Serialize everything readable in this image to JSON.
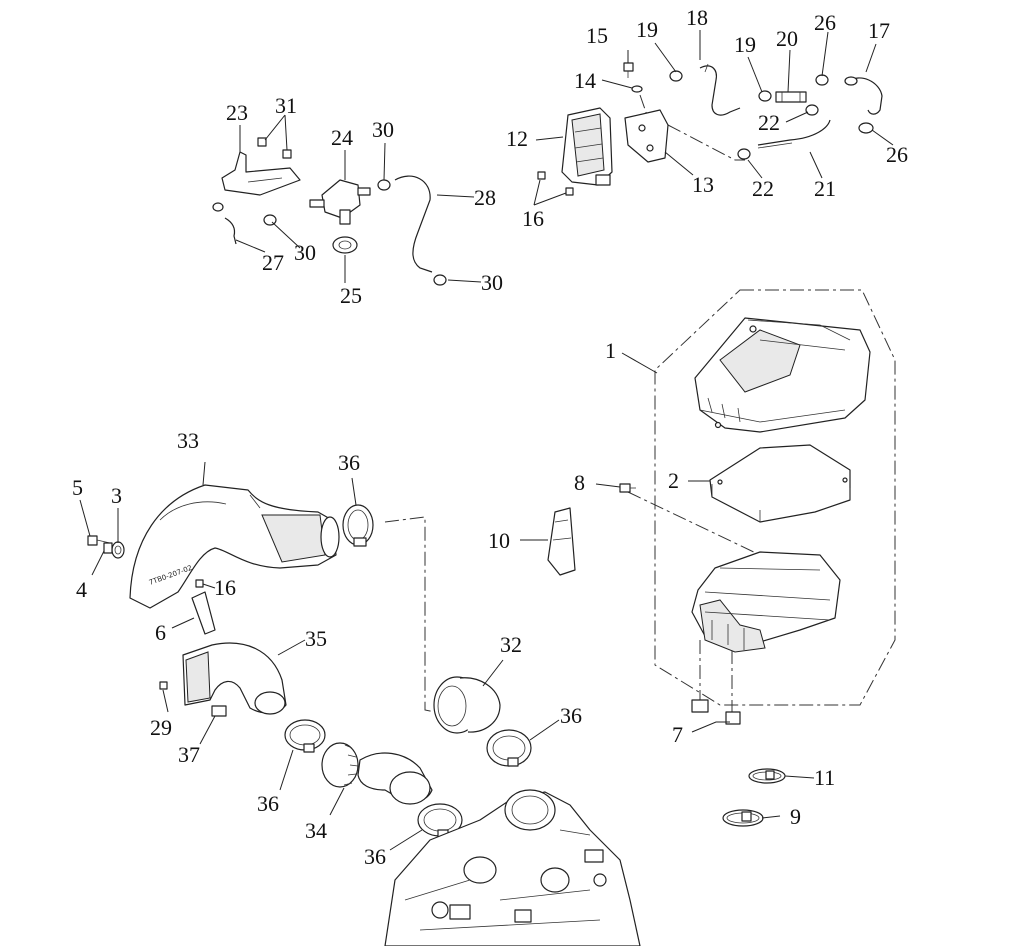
{
  "callouts": {
    "c1": "1",
    "c2": "2",
    "c3": "3",
    "c4": "4",
    "c5": "5",
    "c6": "6",
    "c7": "7",
    "c8": "8",
    "c9": "9",
    "c10": "10",
    "c11": "11",
    "c12": "12",
    "c13": "13",
    "c14": "14",
    "c15": "15",
    "c16a": "16",
    "c16b": "16",
    "c17": "17",
    "c18": "18",
    "c19a": "19",
    "c19b": "19",
    "c20": "20",
    "c21": "21",
    "c22a": "22",
    "c22b": "22",
    "c23": "23",
    "c24": "24",
    "c25": "25",
    "c26a": "26",
    "c26b": "26",
    "c27": "27",
    "c28": "28",
    "c29": "29",
    "c30a": "30",
    "c30b": "30",
    "c30c": "30",
    "c31": "31",
    "c32": "32",
    "c33": "33",
    "c34": "34",
    "c35": "35",
    "c36a": "36",
    "c36b": "36",
    "c36c": "36",
    "c36d": "36",
    "c37": "37"
  },
  "stamp": "7TB0-207-02"
}
